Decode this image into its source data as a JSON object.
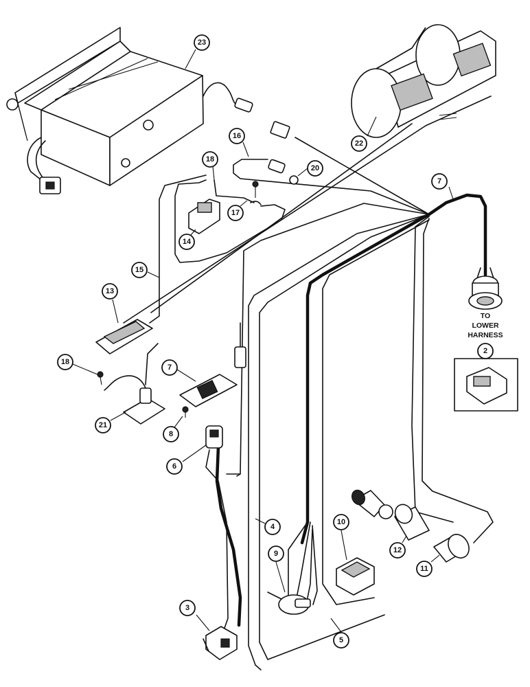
{
  "diagram": {
    "callouts": {
      "c23": "23",
      "c22": "22",
      "c16": "16",
      "c20": "20",
      "c18a": "18",
      "c17": "17",
      "c14": "14",
      "c7a": "7",
      "c15": "15",
      "c13": "13",
      "c18b": "18",
      "c7b": "7",
      "c21": "21",
      "c8": "8",
      "c6": "6",
      "c2": "2",
      "c4": "4",
      "c10": "10",
      "c12": "12",
      "c11": "11",
      "c9": "9",
      "c3": "3",
      "c5": "5"
    },
    "note_lines": [
      "TO",
      "LOWER",
      "HARNESS"
    ]
  }
}
